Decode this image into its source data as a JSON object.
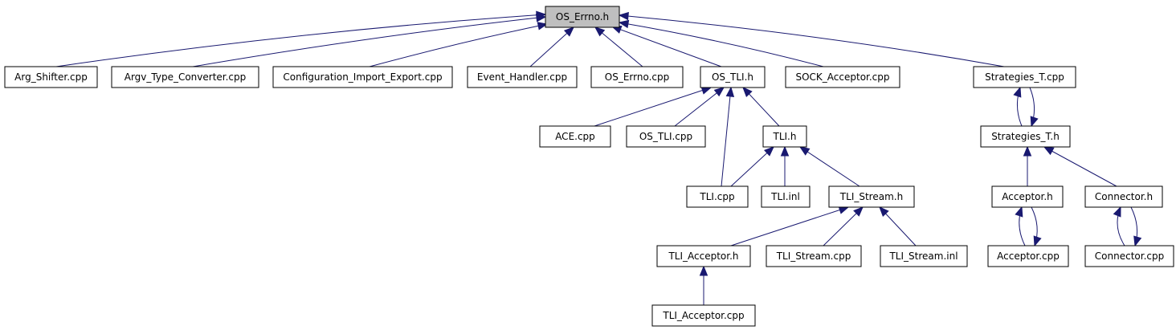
{
  "diagram": {
    "type": "include-dependency-graph",
    "edge_color": "#191970",
    "root_fill": "#bfbfbf",
    "nodes": [
      {
        "id": "os_errno_h",
        "label": "OS_Errno.h",
        "root": true
      },
      {
        "id": "arg_shifter_cpp",
        "label": "Arg_Shifter.cpp"
      },
      {
        "id": "argv_type_converter_cpp",
        "label": "Argv_Type_Converter.cpp"
      },
      {
        "id": "configuration_import_export_cpp",
        "label": "Configuration_Import_Export.cpp"
      },
      {
        "id": "event_handler_cpp",
        "label": "Event_Handler.cpp"
      },
      {
        "id": "os_errno_cpp",
        "label": "OS_Errno.cpp"
      },
      {
        "id": "os_tli_h",
        "label": "OS_TLI.h"
      },
      {
        "id": "sock_acceptor_cpp",
        "label": "SOCK_Acceptor.cpp"
      },
      {
        "id": "strategies_t_cpp",
        "label": "Strategies_T.cpp"
      },
      {
        "id": "ace_cpp",
        "label": "ACE.cpp"
      },
      {
        "id": "os_tli_cpp",
        "label": "OS_TLI.cpp"
      },
      {
        "id": "tli_h",
        "label": "TLI.h"
      },
      {
        "id": "strategies_t_h",
        "label": "Strategies_T.h"
      },
      {
        "id": "tli_cpp",
        "label": "TLI.cpp"
      },
      {
        "id": "tli_inl",
        "label": "TLI.inl"
      },
      {
        "id": "tli_stream_h",
        "label": "TLI_Stream.h"
      },
      {
        "id": "acceptor_h",
        "label": "Acceptor.h"
      },
      {
        "id": "connector_h",
        "label": "Connector.h"
      },
      {
        "id": "tli_acceptor_h",
        "label": "TLI_Acceptor.h"
      },
      {
        "id": "tli_stream_cpp",
        "label": "TLI_Stream.cpp"
      },
      {
        "id": "tli_stream_inl",
        "label": "TLI_Stream.inl"
      },
      {
        "id": "acceptor_cpp",
        "label": "Acceptor.cpp"
      },
      {
        "id": "connector_cpp",
        "label": "Connector.cpp"
      },
      {
        "id": "tli_acceptor_cpp",
        "label": "TLI_Acceptor.cpp"
      }
    ],
    "edges": [
      {
        "from": "arg_shifter_cpp",
        "to": "os_errno_h"
      },
      {
        "from": "argv_type_converter_cpp",
        "to": "os_errno_h"
      },
      {
        "from": "configuration_import_export_cpp",
        "to": "os_errno_h"
      },
      {
        "from": "event_handler_cpp",
        "to": "os_errno_h"
      },
      {
        "from": "os_errno_cpp",
        "to": "os_errno_h"
      },
      {
        "from": "os_tli_h",
        "to": "os_errno_h"
      },
      {
        "from": "sock_acceptor_cpp",
        "to": "os_errno_h"
      },
      {
        "from": "strategies_t_cpp",
        "to": "os_errno_h"
      },
      {
        "from": "ace_cpp",
        "to": "os_tli_h"
      },
      {
        "from": "os_tli_cpp",
        "to": "os_tli_h"
      },
      {
        "from": "tli_h",
        "to": "os_tli_h"
      },
      {
        "from": "tli_cpp",
        "to": "os_tli_h"
      },
      {
        "from": "tli_cpp",
        "to": "tli_h"
      },
      {
        "from": "tli_inl",
        "to": "tli_h"
      },
      {
        "from": "tli_stream_h",
        "to": "tli_h"
      },
      {
        "from": "tli_acceptor_h",
        "to": "tli_stream_h"
      },
      {
        "from": "tli_stream_cpp",
        "to": "tli_stream_h"
      },
      {
        "from": "tli_stream_inl",
        "to": "tli_stream_h"
      },
      {
        "from": "tli_acceptor_cpp",
        "to": "tli_acceptor_h"
      },
      {
        "from": "strategies_t_h",
        "to": "strategies_t_cpp"
      },
      {
        "from": "strategies_t_cpp",
        "to": "strategies_t_h"
      },
      {
        "from": "acceptor_h",
        "to": "strategies_t_h"
      },
      {
        "from": "connector_h",
        "to": "strategies_t_h"
      },
      {
        "from": "acceptor_cpp",
        "to": "acceptor_h"
      },
      {
        "from": "acceptor_h",
        "to": "acceptor_cpp"
      },
      {
        "from": "connector_cpp",
        "to": "connector_h"
      },
      {
        "from": "connector_h",
        "to": "connector_cpp"
      }
    ]
  }
}
